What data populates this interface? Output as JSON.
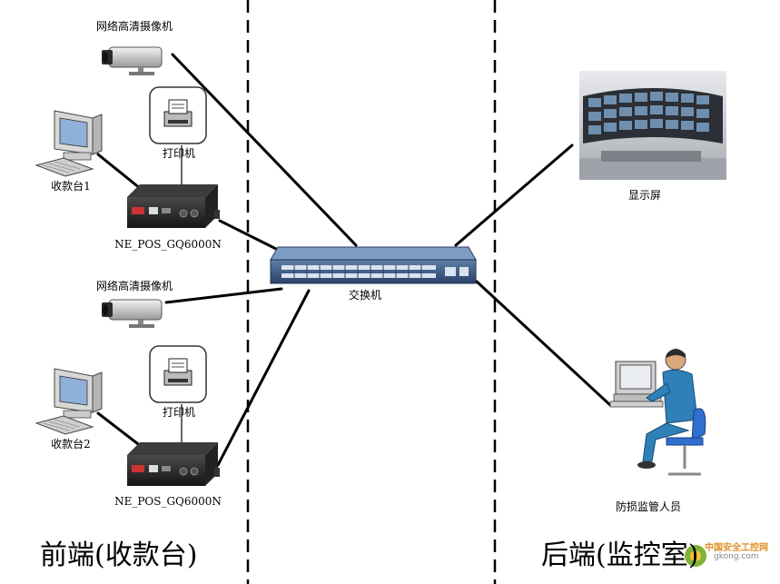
{
  "labels": {
    "camera_top": "网络高清摄像机",
    "printer_top": "打印机",
    "pos1": "收款台1",
    "device_top": "NE_POS_GQ6000N",
    "camera_bottom": "网络高清摄像机",
    "printer_bottom": "打印机",
    "pos2": "收款台2",
    "device_bottom": "NE_POS_GQ6000N",
    "switch": "交换机",
    "display": "显示屏",
    "operator": "防损监管人员"
  },
  "sections": {
    "front": "前端(收款台)",
    "back": "后端(监控室)"
  },
  "watermark": {
    "brand": "中国安全工控网",
    "url": "gkong.com"
  },
  "icons": [
    "camera-icon",
    "printer-icon",
    "computer-icon",
    "pos-device-icon",
    "switch-icon",
    "video-wall-icon",
    "operator-icon"
  ]
}
